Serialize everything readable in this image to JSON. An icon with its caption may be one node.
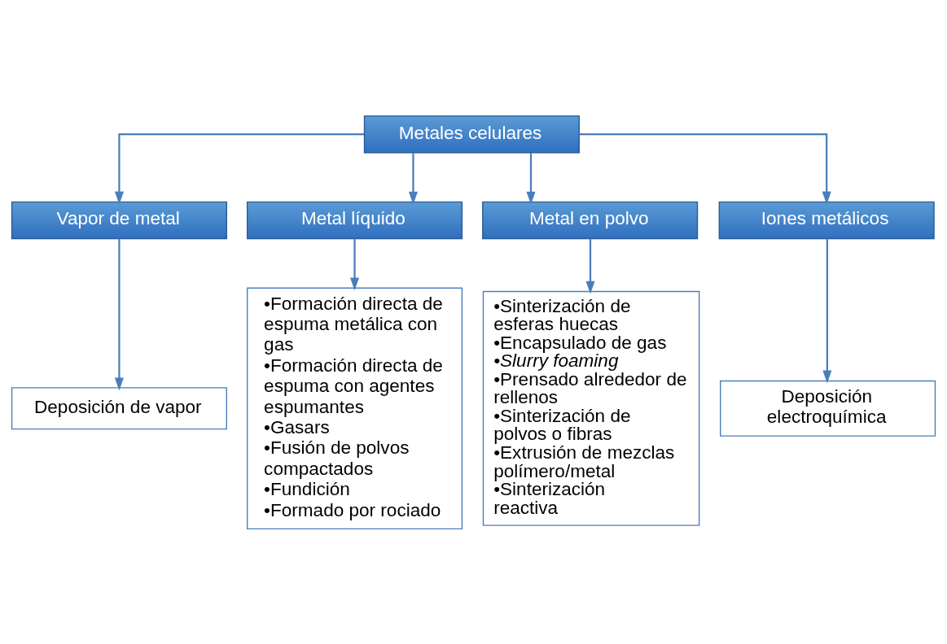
{
  "diagram": {
    "nodes": [
      {
        "text": [
          "Metales celulares"
        ]
      },
      {
        "text": [
          "Vapor de metal"
        ]
      },
      {
        "text": [
          "Metal líquido"
        ]
      },
      {
        "text": [
          "Metal en polvo"
        ]
      },
      {
        "text": [
          "Iones metálicos"
        ]
      },
      {
        "text": [
          "Deposición de vapor"
        ]
      },
      {
        "text": [
          "•Formación directa de espuma metálica con gas",
          "•Formación directa de espuma con agentes espumantes",
          "•Gasars",
          "•Fusión de polvos compactados",
          "•Fundición",
          "•Formado por rociado"
        ]
      },
      {
        "text": [
          "•Sinterización de esferas huecas",
          "•Encapsulado de gas",
          "•Slurry foaming",
          "•Prensado alrededor de rellenos",
          "•Sinterización de polvos o fibras",
          "•Extrusión de mezclas polímero/metal",
          "•Sinterización reactiva"
        ]
      },
      {
        "text": [
          "Deposición electroquímica"
        ]
      }
    ],
    "edges": [
      {
        "from": 0,
        "to": 1,
        "arrow": "to"
      },
      {
        "from": 0,
        "to": 2,
        "arrow": "to"
      },
      {
        "from": 0,
        "to": 3,
        "arrow": "to"
      },
      {
        "from": 0,
        "to": 4,
        "arrow": "to"
      },
      {
        "from": 1,
        "to": 5,
        "arrow": "to"
      },
      {
        "from": 2,
        "to": 6,
        "arrow": "to"
      },
      {
        "from": 3,
        "to": 7,
        "arrow": "to"
      },
      {
        "from": 4,
        "to": 8,
        "arrow": "to"
      }
    ]
  }
}
